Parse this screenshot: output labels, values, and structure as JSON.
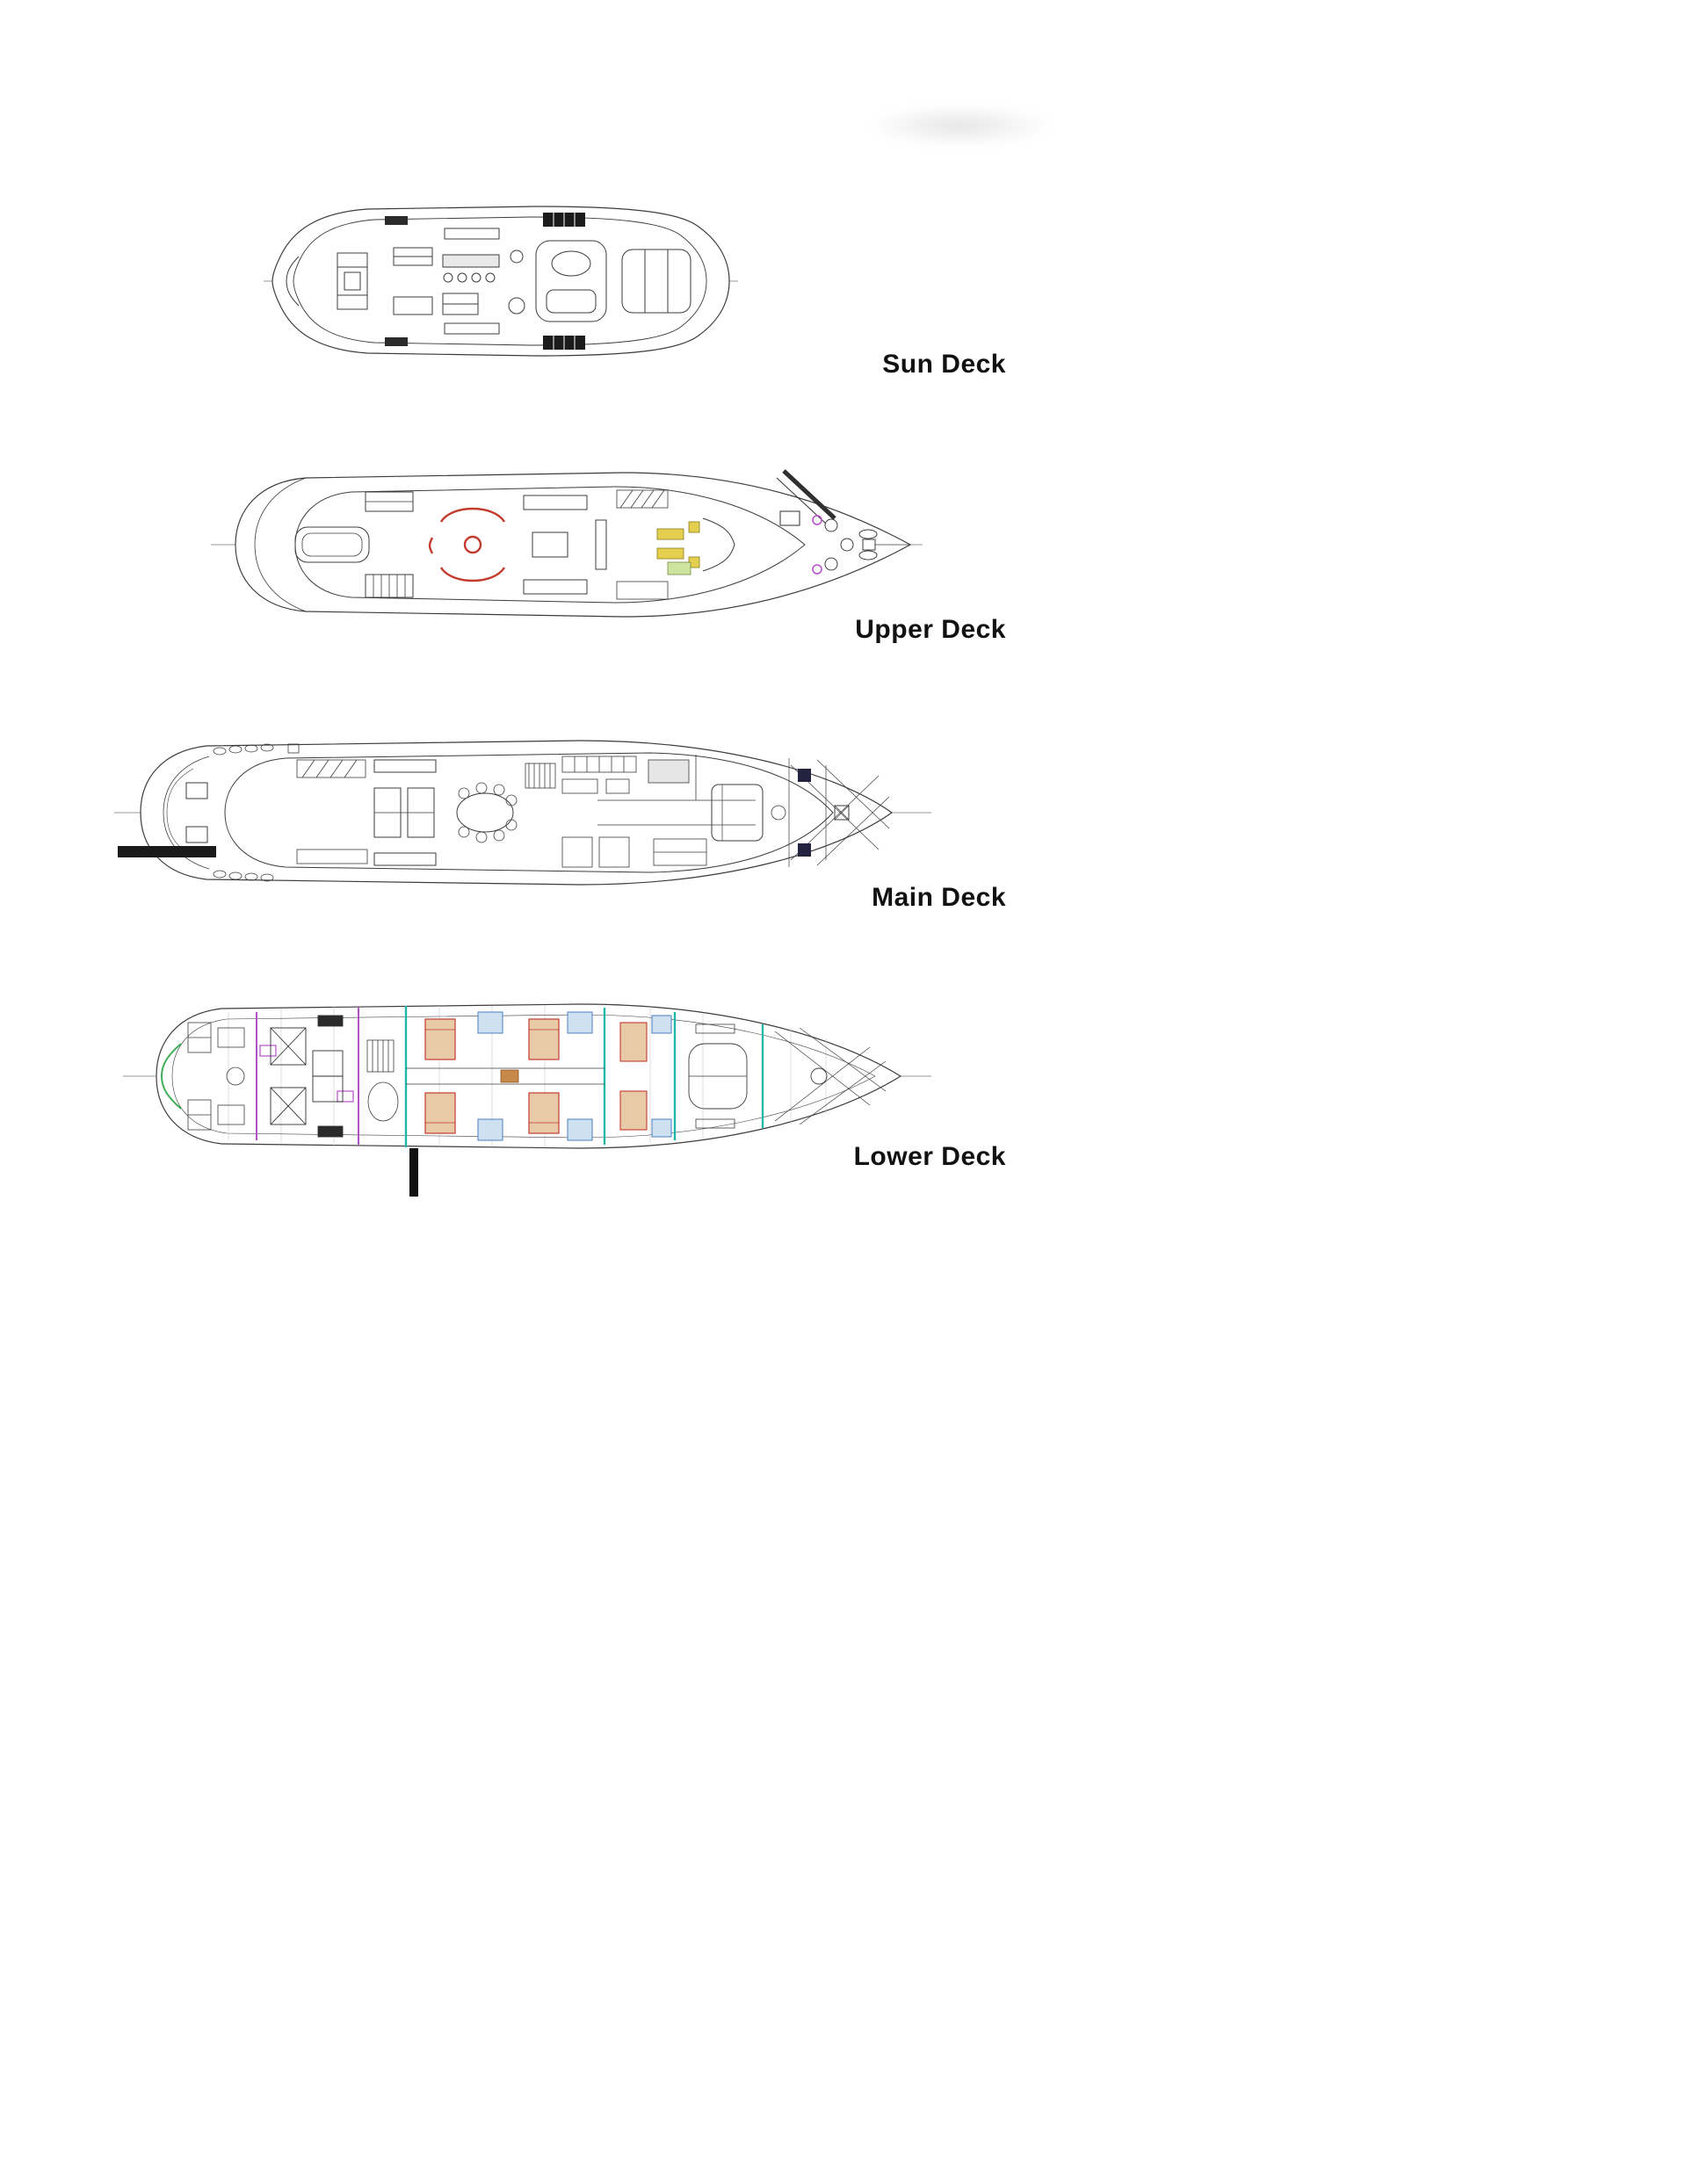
{
  "page": {
    "background_color": "#ffffff"
  },
  "decks": [
    {
      "id": "sun-deck",
      "label": "Sun Deck"
    },
    {
      "id": "upper-deck",
      "label": "Upper Deck"
    },
    {
      "id": "main-deck",
      "label": "Main Deck"
    },
    {
      "id": "lower-deck",
      "label": "Lower Deck"
    }
  ],
  "drawing_colors": {
    "line": "#3c3c3c",
    "light_frame_line": "#c9c9c9",
    "dark_fill": "#1c1c1c",
    "accent_red": "#c23b2e",
    "accent_yellow": "#e4cf4e",
    "accent_green": "#3fae5a",
    "accent_teal": "#1fb8a6",
    "accent_magenta": "#b44fc8",
    "accent_blue": "#4a7fc0",
    "accent_tan": "#e8c9a8",
    "label_color": "#111111"
  }
}
